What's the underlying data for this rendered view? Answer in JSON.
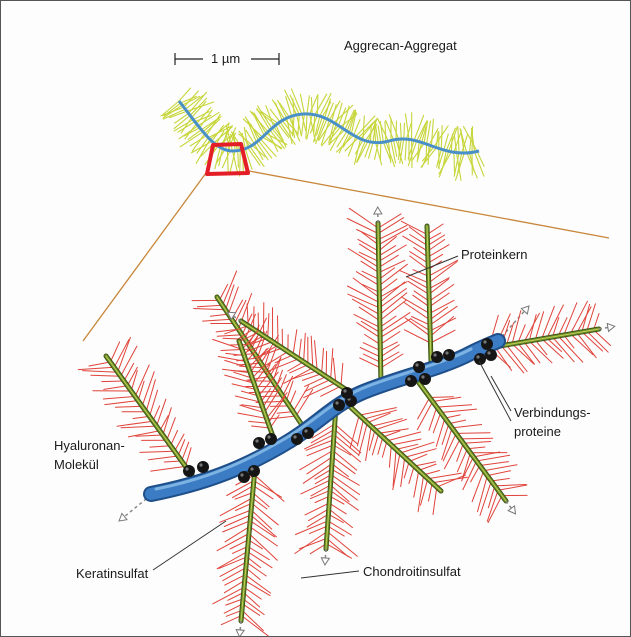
{
  "figure": {
    "scale_bar_label": "1 µm",
    "title": "Aggrecan-Aggregat",
    "labels": {
      "proteinkern": "Proteinkern",
      "verbindung_line1": "Verbindungs-",
      "verbindung_line2": "proteine",
      "hyaluronan_line1": "Hyaluronan-",
      "hyaluronan_line2": "Molekül",
      "keratinsulfat": "Keratinsulfat",
      "chondroitinsulfat": "Chondroitinsulfat"
    },
    "colors": {
      "hyaluronan": "#3b7cc4",
      "hyaluronan_dark": "#1f4f8a",
      "core_protein": "#6f8f2a",
      "chondroitin_bristle": "#e0433a",
      "aggregate_bristle": "#c7d63a",
      "aggregate_axis": "#4a90c8",
      "zoom_box": "#e41e26",
      "zoom_line": "#c8863a",
      "link_protein": "#151515"
    }
  }
}
